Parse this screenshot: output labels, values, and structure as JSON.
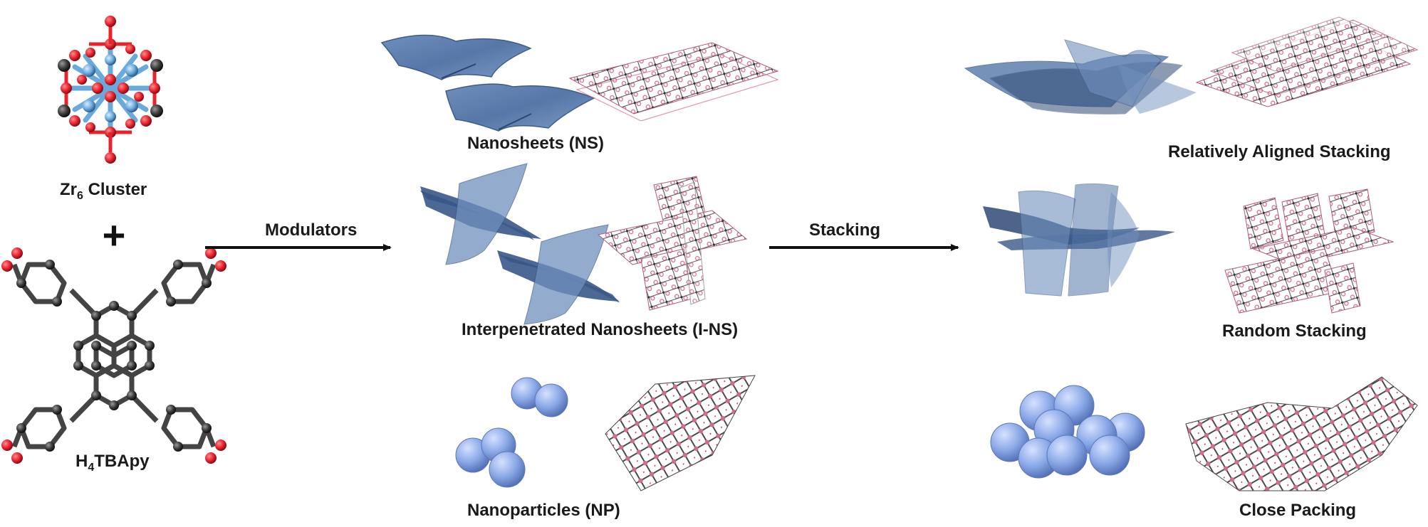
{
  "reactants": {
    "cluster_label_prefix": "Zr",
    "cluster_label_sub": "6",
    "cluster_label_suffix": " Cluster",
    "plus_sign": "+",
    "linker_label_prefix": "H",
    "linker_label_sub": "4",
    "linker_label_suffix": "TBApy"
  },
  "arrows": {
    "modulators": "Modulators",
    "stacking": "Stacking"
  },
  "morphologies": {
    "nanosheets": "Nanosheets (NS)",
    "interpenetrated": "Interpenetrated Nanosheets (I-NS)",
    "nanoparticles": "Nanoparticles (NP)"
  },
  "assemblies": {
    "aligned": "Relatively Aligned Stacking",
    "random": "Random Stacking",
    "close": "Close Packing"
  },
  "colors": {
    "zr_atom": "#6aa9dc",
    "oxygen_atom": "#e8232e",
    "carbon_atom": "#3a3a3a",
    "sheet_fill": "#5a7fb0",
    "particle_fill": "#8aa8e6",
    "framework_pink": "#d36a90",
    "framework_gray": "#555555"
  }
}
